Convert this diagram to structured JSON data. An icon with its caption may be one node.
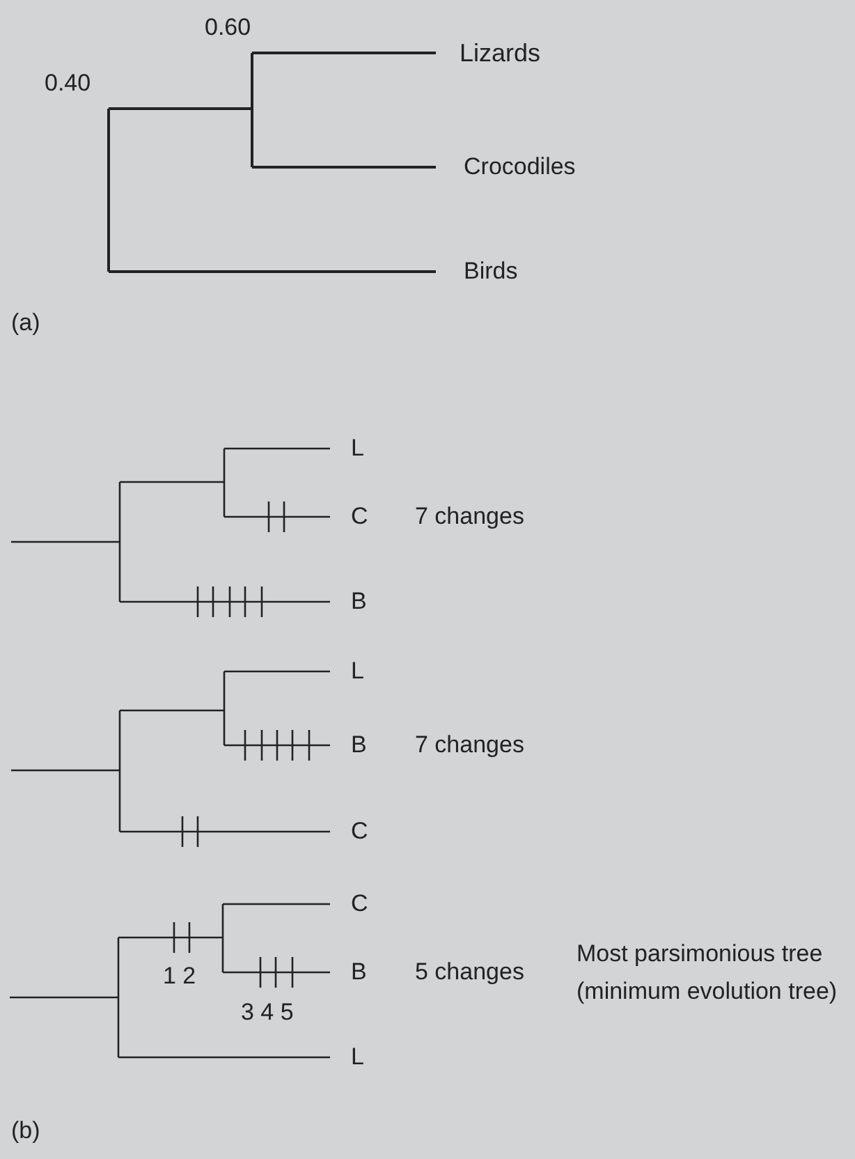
{
  "diagram": {
    "labels": [
      "0.60",
      "0.40",
      "Lizards",
      "Crocodiles",
      "Birds",
      "(a)",
      "L",
      "C",
      "7 changes",
      "B",
      "L",
      "B",
      "7 changes",
      "C",
      "C",
      "Most parsimonious tree (minimum evolution tree)",
      "1 2",
      "B",
      "5 changes",
      "3 4 5",
      "L",
      "(b)"
    ]
  }
}
